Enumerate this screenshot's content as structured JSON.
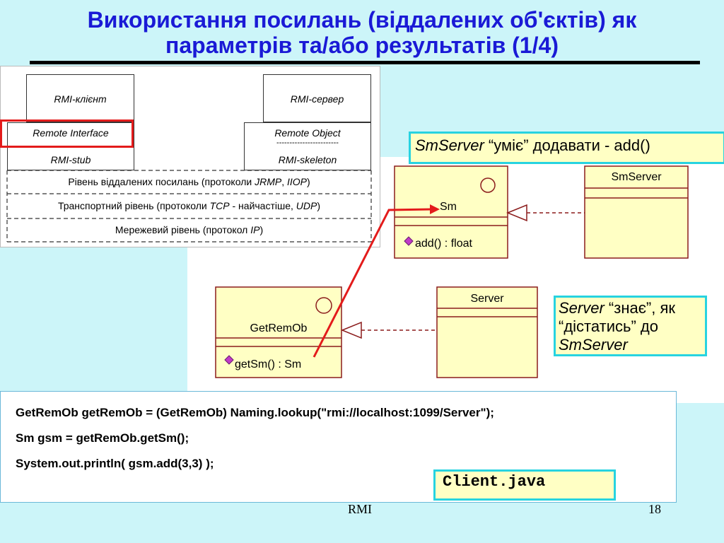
{
  "slide": {
    "title_line1": "Використання посилань (віддалених об'єктів) як",
    "title_line2": "параметрів та/або результатів (1/4)",
    "footer_label": "RMI",
    "page_number": "18"
  },
  "rmi_diagram": {
    "client_label": "RMI-клієнт",
    "server_label": "RMI-сервер",
    "remote_interface": "Remote Interface",
    "rmi_stub": "RMI-stub",
    "remote_object": "Remote Object",
    "dash_line": "------------------------",
    "rmi_skeleton": "RMI-skeleton",
    "layer_ref_pre": "Рівень віддалених посилань (протоколи ",
    "layer_ref_jrmp": "JRMP",
    "layer_ref_sep": ", ",
    "layer_ref_iiop": "IIOP",
    "layer_ref_post": ")",
    "layer_transport_pre": "Транспортний рівень (протоколи ",
    "layer_transport_tcp": "TCP",
    "layer_transport_mid": " - найчастіше, ",
    "layer_transport_udp": "UDP",
    "layer_transport_post": ")",
    "layer_network_pre": "Мережевий рівень (протокол ",
    "layer_network_ip": "IP",
    "layer_network_post": ")"
  },
  "uml": {
    "sm_name": "Sm",
    "sm_method": "add() : float",
    "smserver_name": "SmServer",
    "getremob_name": "GetRemOb",
    "getremob_method": "getSm() : Sm",
    "server_name": "Server"
  },
  "callouts": {
    "smserver_italic": "SmServer",
    "smserver_text": " “уміє” додавати - add()",
    "server_italic": "Server",
    "server_text1": " “знає”, як",
    "server_text2": "“дістатись” до",
    "server_italic2": "SmServer"
  },
  "code": {
    "line1": "GetRemOb getRemOb = (GetRemOb) Naming.lookup(\"rmi://localhost:1099/Server\");",
    "line2": "Sm gsm = getRemOb.getSm();",
    "line3": "System.out.println( gsm.add(3,3) );",
    "file_label": "Client.java"
  },
  "colors": {
    "title": "#1a1ad6",
    "background": "#ccf5f9",
    "highlight_red": "#e31b1b",
    "uml_fill": "#ffffc4",
    "uml_border": "#8b1c1c",
    "callout_border": "#27d3e0"
  }
}
